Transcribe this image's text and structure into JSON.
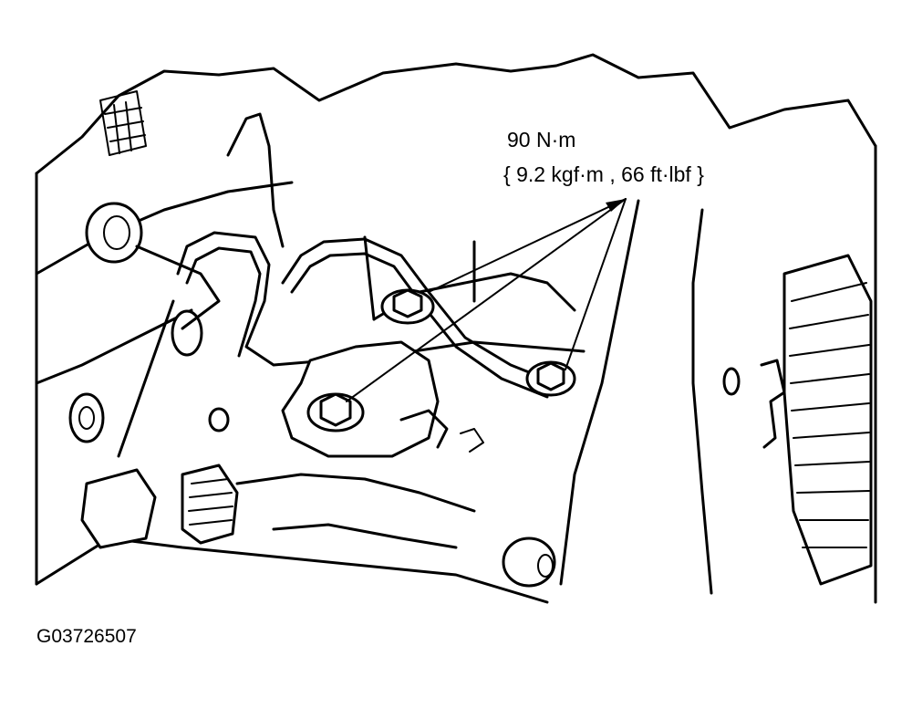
{
  "callout": {
    "torque_nm": "90 N·m",
    "torque_alt": "{ 9.2 kgf·m , 66 ft·lbf }"
  },
  "figure_id": "G03726507"
}
